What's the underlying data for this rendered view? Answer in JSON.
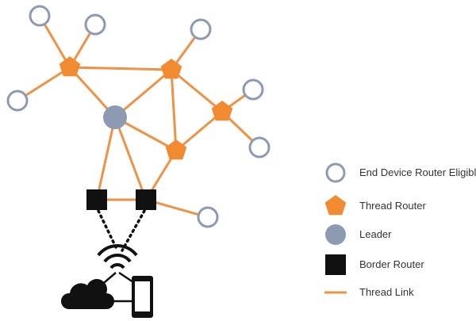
{
  "legend": {
    "items": [
      {
        "key": "end_device",
        "label": "End Device Router Eligible"
      },
      {
        "key": "router",
        "label": "Thread Router"
      },
      {
        "key": "leader",
        "label": "Leader"
      },
      {
        "key": "border",
        "label": "Border Router"
      },
      {
        "key": "link",
        "label": "Thread Link"
      }
    ]
  },
  "colors": {
    "link": "#EE9245",
    "router": "#F28A32",
    "leader": "#8C9AB2",
    "end_device_stroke": "#8C9AB2",
    "border_router": "#111111",
    "external": "#111111"
  },
  "external_icons": [
    "wifi-icon",
    "cloud-icon",
    "phone-icon"
  ]
}
